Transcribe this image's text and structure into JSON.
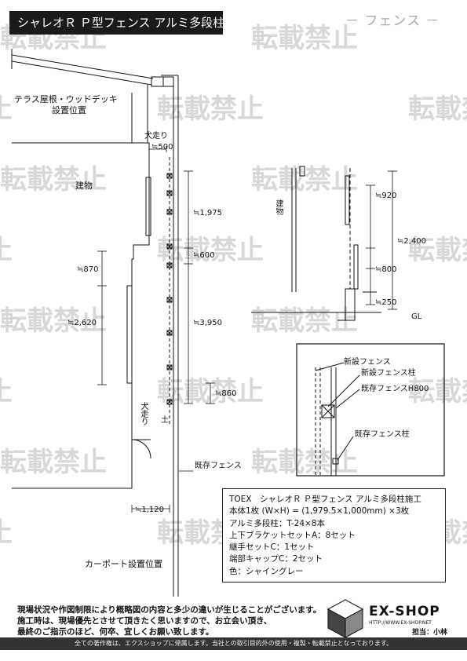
{
  "header": {
    "title": "シャレオＲ Ｐ型フェンス アルミ多段柱施工",
    "category": "－ フェンス －"
  },
  "watermark": "転載禁止",
  "plan": {
    "terrace_line1": "テラス屋根・ウッドデッキ",
    "terrace_line2": "設置位置",
    "dog_run_top": "犬走り",
    "dim_500": "≒500",
    "building": "建物",
    "dim_1975": "≒1,975",
    "dim_600": "≒600",
    "dim_870": "≒870",
    "dim_2620": "≒2,620",
    "dim_3950": "≒3,950",
    "dim_860": "≒860",
    "dog_run_side": "犬走り",
    "soil": "土",
    "existing_fence": "既存フェンス",
    "dim_1120": "≒1,120",
    "carport": "カーポート設置位置"
  },
  "elevation": {
    "building": "建物",
    "dim_920": "≒920",
    "dim_2400": "≒2,400",
    "dim_800": "≒800",
    "dim_250": "≒250",
    "gl": "GL"
  },
  "detail": {
    "new_fence": "新設フェンス",
    "new_post": "新設フェンス柱",
    "existing_fence_h800": "既存フェンスH800",
    "existing_post": "既存フェンス柱"
  },
  "spec": {
    "line1": "TOEX　シャレオＲ Ｐ型フェンス アルミ多段柱施工",
    "line2": "本体1枚 (W×H) = (1,979.5×1,000mm) ×3枚",
    "line3": "アルミ多段柱：T-24×8本",
    "line4": "上下ブラケットセットA：8セット",
    "line5": "継手セットC：1セット",
    "line6": "端部キャップC：2セット",
    "line7": "色：シャイングレー"
  },
  "notice": {
    "line1": "現場状況や作図制限により概略図の内容と多少の違いが生じることがございます。",
    "line2": "施工時は、現場優先とさせて頂きたく思いますので、お立会い頂き、",
    "line3": "最終のご指示のほど、何卒、宜しくお願い致します。"
  },
  "brand": {
    "name": "EX-SHOP",
    "url": "HTTP://WWW.EX-SHOP.NET",
    "staff": "担当：小林"
  },
  "footer": "全ての著作権は、エクスショップに帰属します。当社との取引目的外の使用・複製・転載禁止となっております。"
}
